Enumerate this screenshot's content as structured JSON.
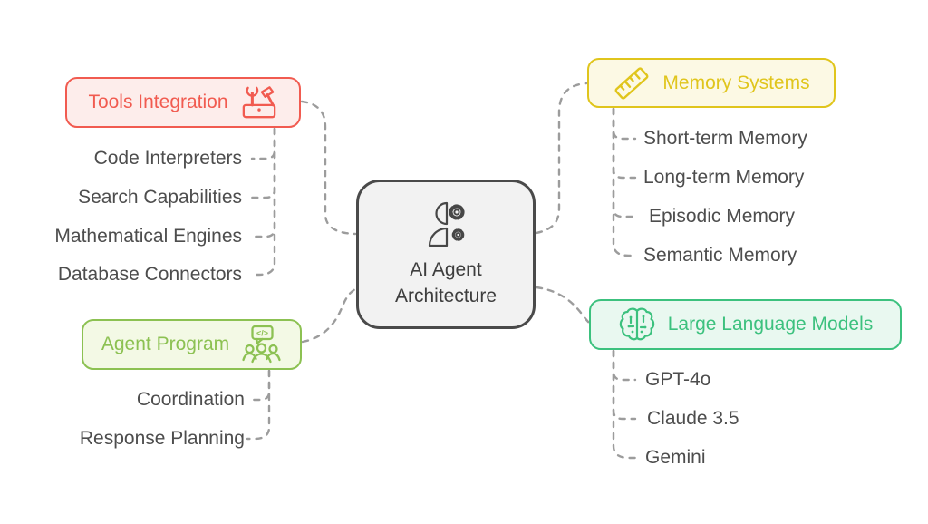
{
  "diagram": {
    "center": {
      "title": "AI Agent Architecture",
      "icon": "agent-gears-icon"
    },
    "branches": [
      {
        "id": "tools",
        "label": "Tools Integration",
        "icon": "toolbox-icon",
        "color": "#f15b50",
        "bg": "#fdedeb",
        "children": [
          "Code Interpreters",
          "Search Capabilities",
          "Mathematical Engines",
          "Database Connectors"
        ]
      },
      {
        "id": "agent-program",
        "label": "Agent Program",
        "icon": "team-code-icon",
        "icon_glyph": "</>",
        "color": "#8cc152",
        "bg": "#f3f9e5",
        "children": [
          "Coordination",
          "Response Planning"
        ]
      },
      {
        "id": "memory",
        "label": "Memory Systems",
        "icon": "ruler-memory-icon",
        "color": "#e0c51c",
        "bg": "#fcf9e4",
        "children": [
          "Short-term Memory",
          "Long-term Memory",
          "Episodic Memory",
          "Semantic Memory"
        ]
      },
      {
        "id": "llm",
        "label": "Large Language Models",
        "icon": "brain-icon",
        "color": "#3cc17e",
        "bg": "#e9f8f0",
        "children": [
          "GPT-4o",
          "Claude 3.5",
          "Gemini"
        ]
      }
    ],
    "colors": {
      "connector": "#9c9c9c",
      "center_border": "#4a4a4a",
      "center_bg": "#f2f2f2",
      "leaf_text": "#4d4d4d"
    }
  }
}
